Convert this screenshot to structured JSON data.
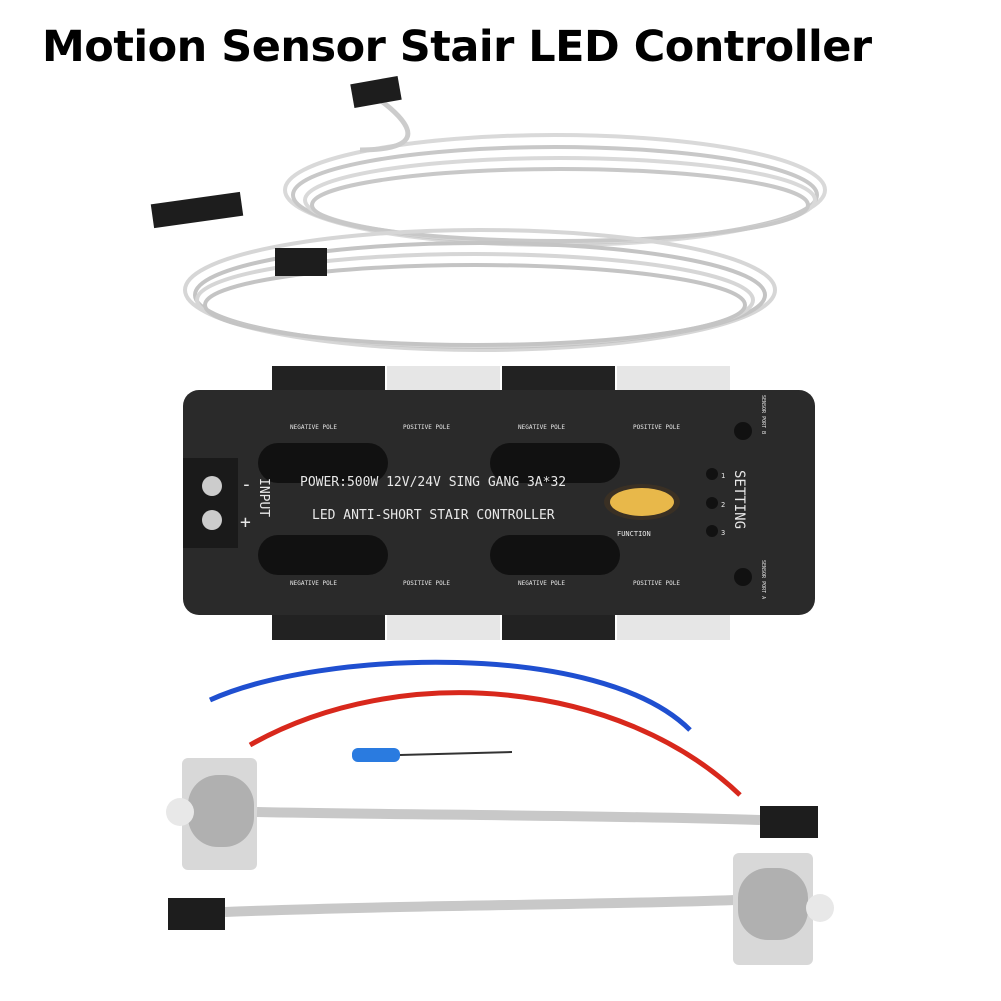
{
  "title": "Motion Sensor Stair LED Controller",
  "board": {
    "power_line": "POWER:500W 12V/24V SING GANG 3A*32",
    "name_line": "LED ANTI-SHORT STAIR CONTROLLER",
    "input_label": "INPUT",
    "minus": "-",
    "plus": "+",
    "function_label": "FUNCTION",
    "setting_label": "SETTING",
    "setting_leds": [
      "1",
      "2",
      "3"
    ],
    "pole_labels_top": [
      "NEGATIVE POLE",
      "POSITIVE POLE",
      "NEGATIVE POLE",
      "POSITIVE POLE"
    ],
    "pole_labels_bottom": [
      "NEGATIVE POLE",
      "POSITIVE POLE",
      "NEGATIVE POLE",
      "POSITIVE POLE"
    ],
    "sensor_port_b": "SENSOR PORT B",
    "sensor_port_a": "SENSOR PORT A",
    "colors": {
      "board": "#2a2a2a",
      "function_button": "#e8b84a",
      "blue_wire": "#1f4fd0",
      "red_wire": "#d8281c"
    }
  }
}
